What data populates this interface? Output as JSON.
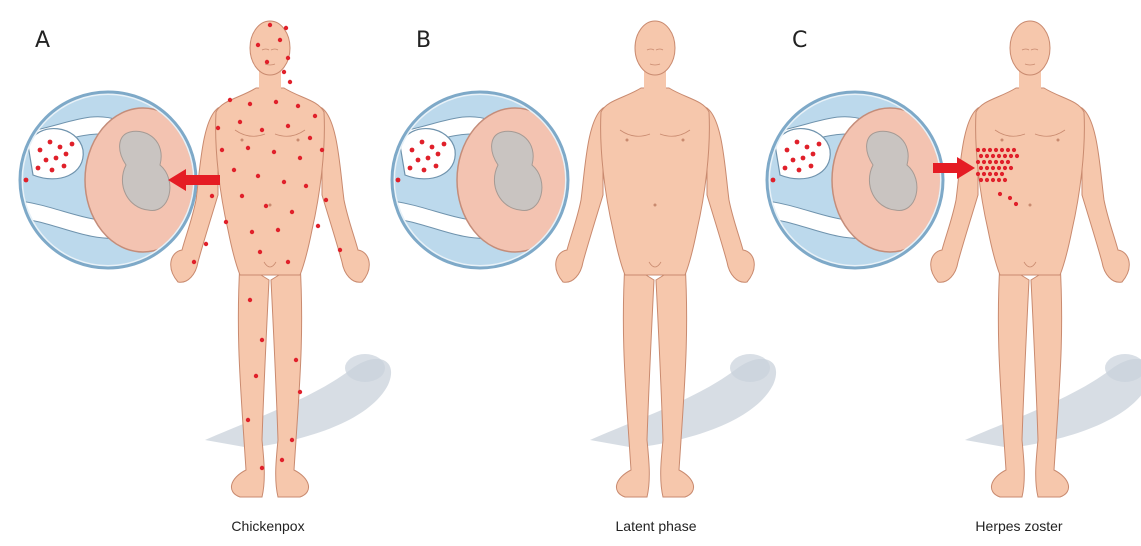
{
  "panels": [
    {
      "letter": "A",
      "caption": "Chickenpox",
      "state": "rash-distributed",
      "arrow": "inward"
    },
    {
      "letter": "B",
      "caption": "Latent phase",
      "state": "no-rash",
      "arrow": "none"
    },
    {
      "letter": "C",
      "caption": "Herpes zoster",
      "state": "dermatome-cluster",
      "arrow": "outward"
    }
  ],
  "colors": {
    "skin": "#f6c7ac",
    "skin_shade": "#e8a88a",
    "skin_outline": "#c98a6f",
    "shadow": "#c9d2db",
    "circle_bg": "#bcd9ec",
    "circle_ring": "#7ea9c8",
    "spinal_outer": "#f3c3b1",
    "spinal_inner": "#c9c4c1",
    "virus_dot": "#e0202a",
    "arrow": "#e51c24"
  }
}
